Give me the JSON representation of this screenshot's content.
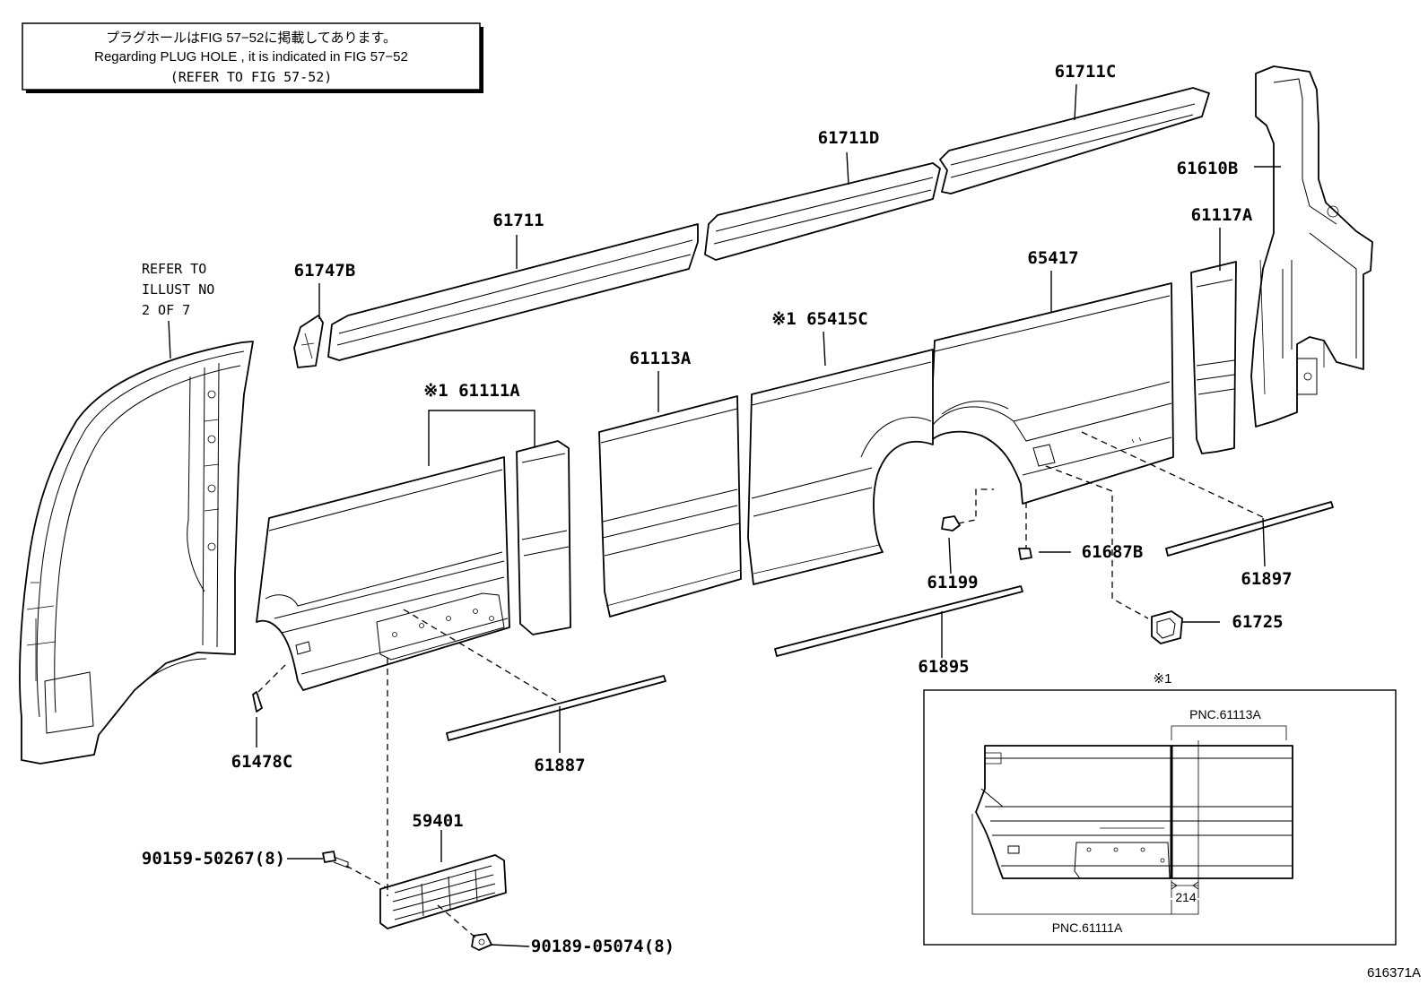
{
  "header_note": {
    "line1": "プラグホールはFIG 57−52に掲載してあります。",
    "line2": "Regarding PLUG HOLE , it is indicated in FIG 57−52",
    "line3": "(REFER TO FIG 57-52)"
  },
  "refer_note": {
    "line1": "REFER TO",
    "line2": "ILLUST NO",
    "line3": "2 OF 7"
  },
  "parts": {
    "p61711C": "61711C",
    "p61711D": "61711D",
    "p61610B": "61610B",
    "p61711": "61711",
    "p61117A": "61117A",
    "p65417": "65417",
    "p61747B": "61747B",
    "p65415C": "※1 65415C",
    "p61113A": "61113A",
    "p61111A": "※1 61111A",
    "p61687B": "61687B",
    "p61199": "61199",
    "p61897": "61897",
    "p61725": "61725",
    "p61895": "61895",
    "p61478C": "61478C",
    "p61887": "61887",
    "p59401": "59401",
    "p90159": "90159-50267(8)",
    "p90189": "90189-05074(8)"
  },
  "inset": {
    "marker": "※1",
    "pnc_top": "PNC.61113A",
    "pnc_bottom": "PNC.61111A",
    "dimension": "214"
  },
  "figure_id": "616371A"
}
